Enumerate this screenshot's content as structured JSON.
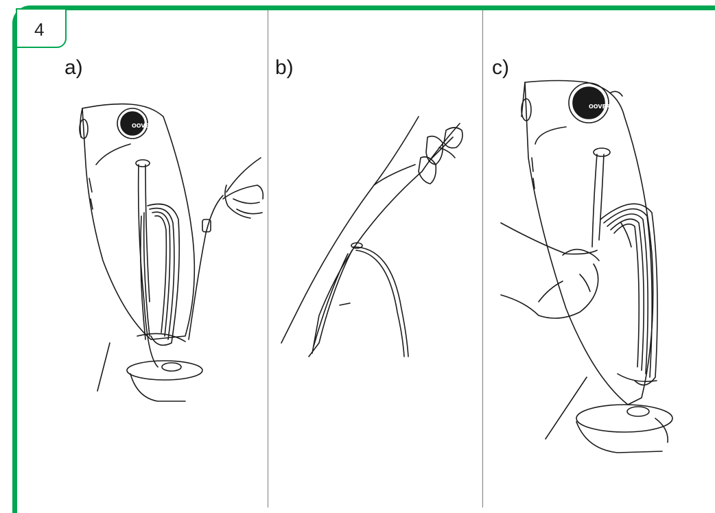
{
  "step": {
    "number": "4"
  },
  "panels": [
    {
      "label": "a)",
      "logo_text": "OOVER"
    },
    {
      "label": "b)"
    },
    {
      "label": "c)",
      "logo_text": "OOVER"
    }
  ],
  "colors": {
    "accent": "#00a651",
    "line": "#1a1a1a",
    "divider": "#7a7a7a"
  }
}
